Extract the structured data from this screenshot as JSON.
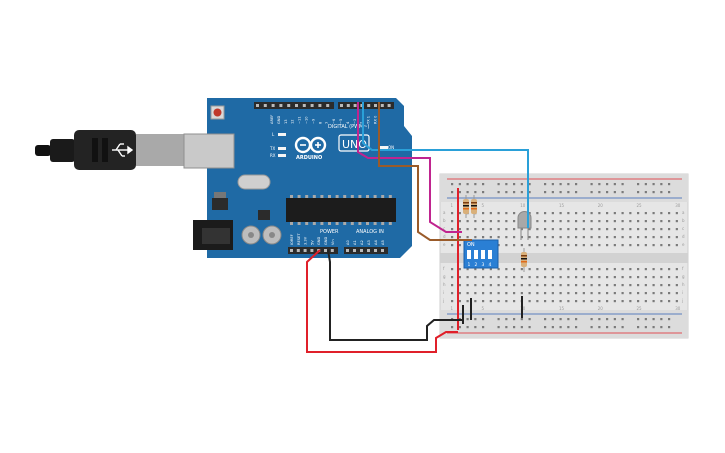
{
  "board": {
    "logo_text": "ARDUINO",
    "model": "UNO",
    "digital_label": "DIGITAL (PWM~)",
    "power_label": "POWER",
    "analog_label": "ANALOG IN",
    "tx_label": "TX",
    "rx_label": "RX",
    "l_label": "L",
    "on_label": "ON",
    "top_pin_labels": [
      "AREF",
      "GND",
      "13",
      "12",
      "~11",
      "~10",
      "~9",
      "8",
      "7",
      "~6",
      "~5",
      "4",
      "~3",
      "2",
      "TX 1",
      "RX 0"
    ],
    "power_pin_labels": [
      "IOREF",
      "RESET",
      "3.3V",
      "5V",
      "GND",
      "GND",
      "Vin"
    ],
    "analog_pin_labels": [
      "A0",
      "A1",
      "A2",
      "A3",
      "A4",
      "A5"
    ]
  },
  "dip_switch": {
    "on_label": "ON",
    "numbers": [
      "1",
      "2",
      "3",
      "4"
    ]
  },
  "breadboard": {
    "row_letters_top": [
      "a",
      "b",
      "c",
      "d",
      "e"
    ],
    "row_letters_bottom": [
      "f",
      "g",
      "h",
      "i",
      "j"
    ],
    "column_numbers": [
      "1",
      "5",
      "10",
      "15",
      "20",
      "25",
      "30"
    ]
  },
  "colors": {
    "board_blue": "#1f6aa5",
    "wire_red": "#e0202a",
    "wire_black": "#222222",
    "wire_blue": "#2aa0d8",
    "wire_magenta": "#c0248f",
    "wire_brown": "#9a5b2a",
    "breadboard_body": "#e6e6e6"
  }
}
